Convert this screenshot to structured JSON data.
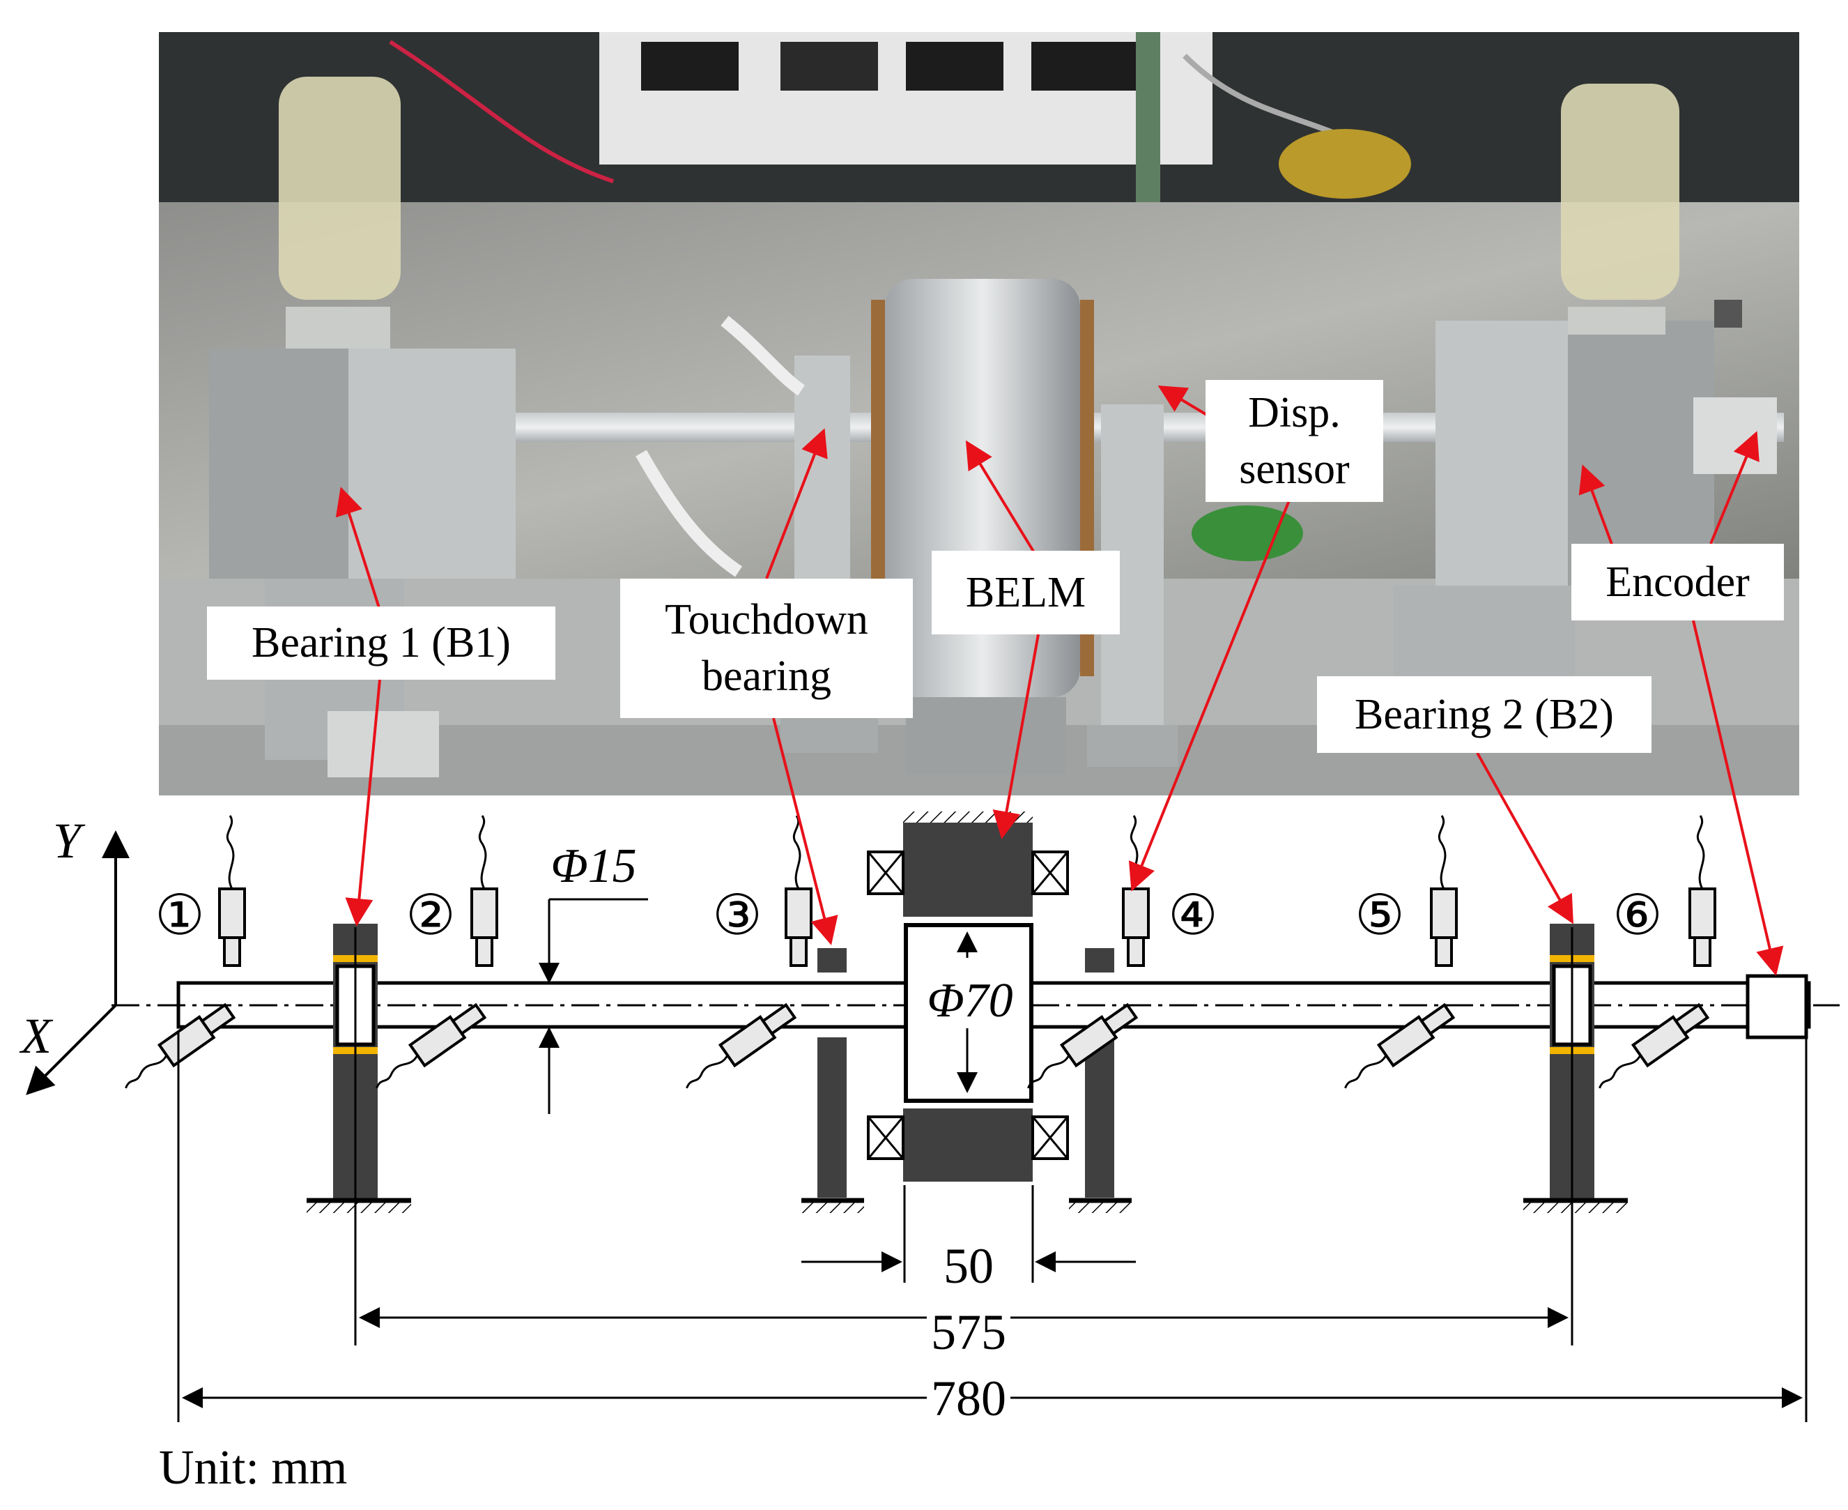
{
  "callouts": {
    "bearing1": "Bearing 1 (B1)",
    "touchdown": "Touchdown\nbearing",
    "belm": "BELM",
    "disp_sensor": "Disp.\nsensor",
    "encoder": "Encoder",
    "bearing2": "Bearing 2 (B2)"
  },
  "axes": {
    "y": "Y",
    "x": "X"
  },
  "sensors": [
    "①",
    "②",
    "③",
    "④",
    "⑤",
    "⑥"
  ],
  "dimensions": {
    "shaft_diameter": "Φ15",
    "rotor_diameter": "Φ70",
    "rotor_length": "50",
    "bearing_span": "575",
    "total_length": "780"
  },
  "unit_note": "Unit: mm",
  "colors": {
    "arrow": "#e8111a",
    "part": "#404040",
    "band": "#f2b400"
  }
}
